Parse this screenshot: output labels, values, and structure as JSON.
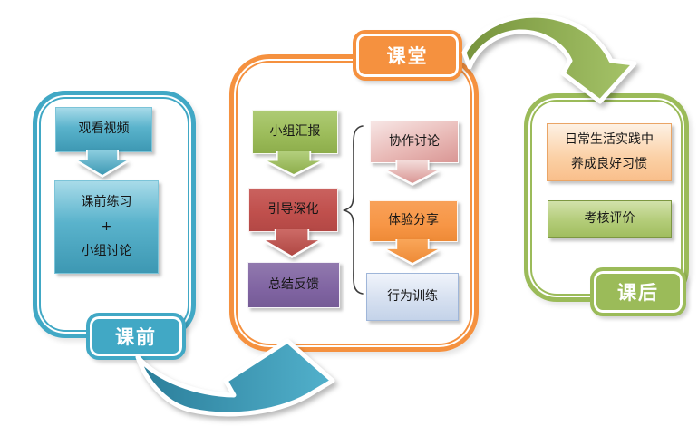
{
  "stages": {
    "pre": {
      "label": "课前",
      "watch_video": "观看视频",
      "exercise": [
        "课前练习",
        "+",
        "小组讨论"
      ]
    },
    "cls": {
      "label": "课堂",
      "flow_left": [
        "小组汇报",
        "引导深化",
        "总结反馈"
      ],
      "flow_right": [
        "协作讨论",
        "体验分享",
        "行为训练"
      ]
    },
    "post": {
      "label": "课后",
      "practice": [
        "日常生活实践中",
        "养成良好习惯"
      ],
      "assessment": "考核评价"
    }
  },
  "colors": {
    "pre_accent": "#41a8c5",
    "class_accent": "#f5913f",
    "post_accent": "#9bbb59",
    "node_green": "#9bbb59",
    "node_red": "#c0504d",
    "node_purple": "#8064a2",
    "node_pink": "#d99694",
    "node_orange": "#f79646",
    "node_lightblue": "#c6d5ea",
    "node_peach": "#fac090",
    "curved_arrow_pre_to_class": "#2d819d",
    "curved_arrow_class_to_post": "#7a973f"
  }
}
